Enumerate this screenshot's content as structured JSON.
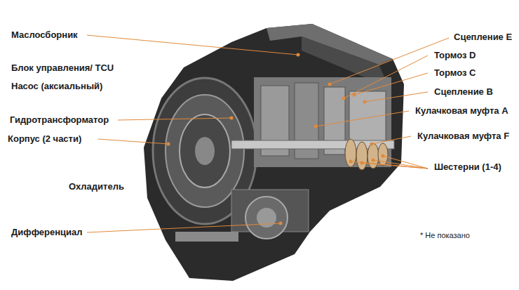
{
  "diagram": {
    "labels": [
      "Маслосборник",
      "Блок управления/ TCU",
      "Насос (аксиальный)",
      "Гидротрансформатор",
      "Корпус (2 части)",
      "Охладитель",
      "Дифференциал",
      "Сцепление E",
      "Тормоз D",
      "Тормоз C",
      "Сцепление B",
      "Кулачковая муфта A",
      "Кулачковая муфта F",
      "Шестерни (1-4)",
      "* Не показано"
    ]
  }
}
